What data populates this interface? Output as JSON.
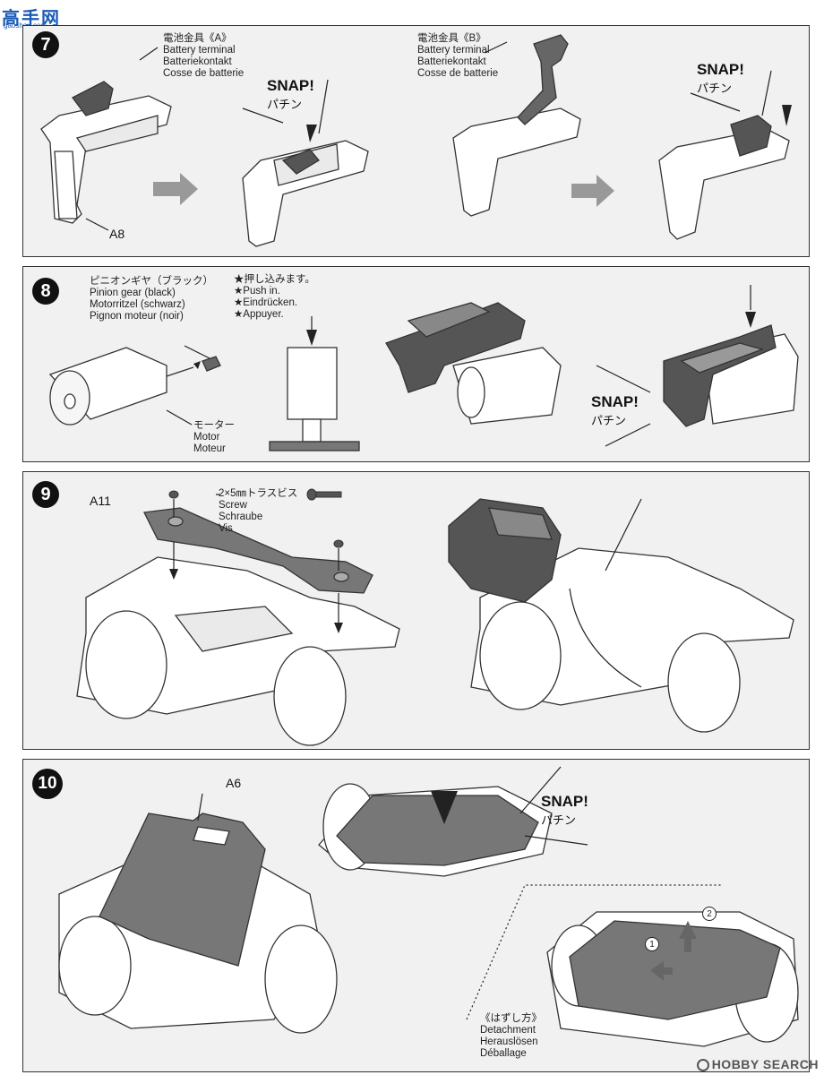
{
  "site_logo": {
    "text": "高手网",
    "sub": "gaoshou.com"
  },
  "watermark": "HOBBY SEARCH",
  "steps": [
    {
      "number": "7",
      "label_a": {
        "jp": "電池金具《A》",
        "en": "Battery terminal",
        "de": "Batteriekontakt",
        "fr": "Cosse de batterie"
      },
      "label_b": {
        "jp": "電池金具《B》",
        "en": "Battery terminal",
        "de": "Batteriekontakt",
        "fr": "Cosse de batterie"
      },
      "part": "A8",
      "snap": {
        "en": "SNAP!",
        "jp": "パチン"
      }
    },
    {
      "number": "8",
      "pinion": {
        "jp": "ピニオンギヤ（ブラック）",
        "en": "Pinion gear (black)",
        "de": "Motorritzel (schwarz)",
        "fr": "Pignon moteur (noir)"
      },
      "push": {
        "jp": "★押し込みます。",
        "en": "★Push in.",
        "de": "★Eindrücken.",
        "fr": "★Appuyer."
      },
      "motor": {
        "jp": "モーター",
        "en": "Motor",
        "fr": "Moteur"
      },
      "snap": {
        "en": "SNAP!",
        "jp": "パチン"
      }
    },
    {
      "number": "9",
      "part": "A11",
      "screw": {
        "jp": "2×5㎜トラスビス",
        "en": "Screw",
        "de": "Schraube",
        "fr": "Vis"
      }
    },
    {
      "number": "10",
      "part": "A6",
      "snap": {
        "en": "SNAP!",
        "jp": "パチン"
      },
      "detach": {
        "jp": "《はずし方》",
        "en": "Detachment",
        "de": "Herauslösen",
        "fr": "Déballage"
      },
      "order_1": "1",
      "order_2": "2"
    }
  ]
}
